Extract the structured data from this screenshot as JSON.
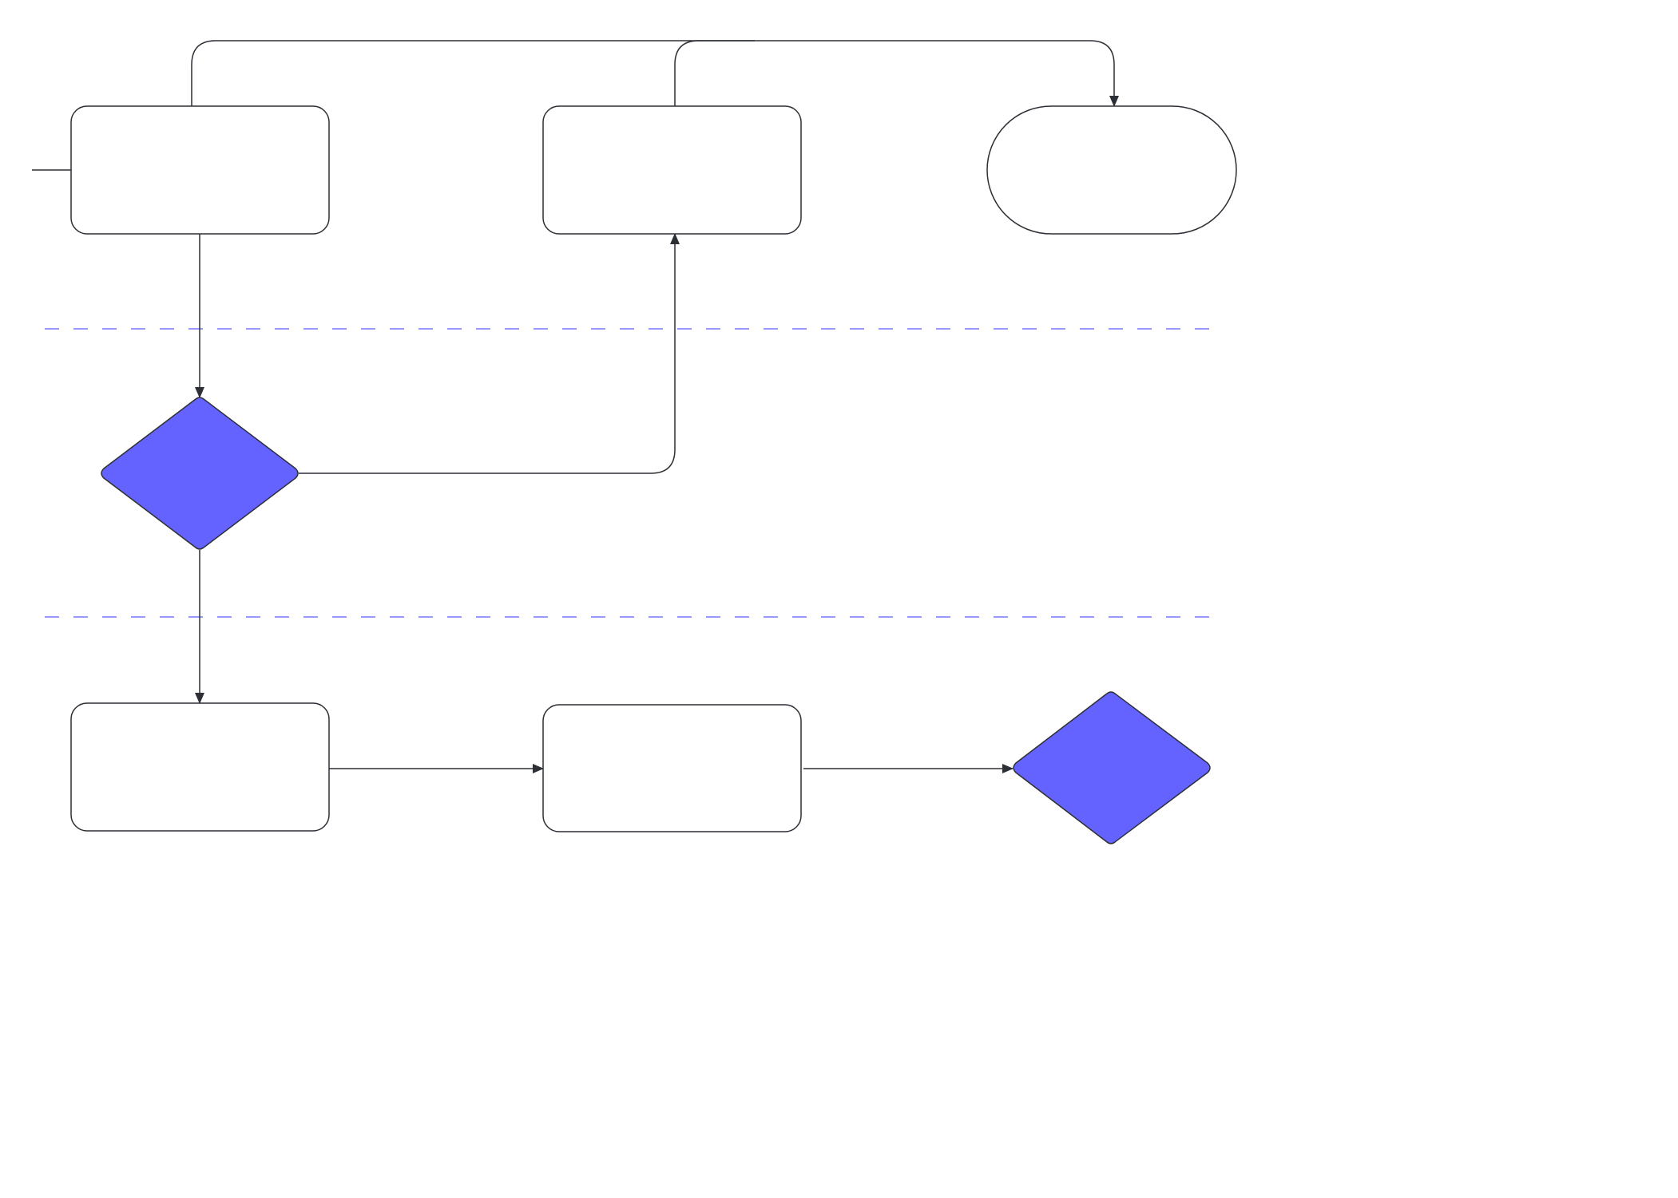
{
  "diagram": {
    "type": "flowchart",
    "colors": {
      "background": "#ffffff",
      "stroke": "#2d2f36",
      "decision_fill": "#6563ff",
      "lane_divider": "#5b5bff"
    },
    "lanes": [
      {
        "id": "lane-1",
        "label": ""
      },
      {
        "id": "lane-2",
        "label": ""
      },
      {
        "id": "lane-3",
        "label": ""
      }
    ],
    "nodes": [
      {
        "id": "process-1",
        "kind": "process",
        "lane": "lane-1",
        "label": ""
      },
      {
        "id": "process-2",
        "kind": "process",
        "lane": "lane-1",
        "label": ""
      },
      {
        "id": "terminator-1",
        "kind": "terminator",
        "lane": "lane-1",
        "label": ""
      },
      {
        "id": "decision-1",
        "kind": "decision",
        "lane": "lane-2",
        "label": ""
      },
      {
        "id": "process-3",
        "kind": "process",
        "lane": "lane-3",
        "label": ""
      },
      {
        "id": "process-4",
        "kind": "process",
        "lane": "lane-3",
        "label": ""
      },
      {
        "id": "decision-2",
        "kind": "decision",
        "lane": "lane-3",
        "label": ""
      }
    ],
    "edges": [
      {
        "id": "edge-entry",
        "from": "",
        "to": "process-1",
        "arrow": false
      },
      {
        "id": "edge-p1-terminator",
        "from": "process-1",
        "to": "terminator-1",
        "arrow": true
      },
      {
        "id": "edge-p2-terminator",
        "from": "process-2",
        "to": "terminator-1",
        "arrow": true
      },
      {
        "id": "edge-p1-decision1",
        "from": "process-1",
        "to": "decision-1",
        "arrow": true
      },
      {
        "id": "edge-decision1-p2",
        "from": "decision-1",
        "to": "process-2",
        "arrow": true
      },
      {
        "id": "edge-decision1-p3",
        "from": "decision-1",
        "to": "process-3",
        "arrow": true
      },
      {
        "id": "edge-p3-p4",
        "from": "process-3",
        "to": "process-4",
        "arrow": true
      },
      {
        "id": "edge-p4-decision2",
        "from": "process-4",
        "to": "decision-2",
        "arrow": true
      }
    ]
  }
}
